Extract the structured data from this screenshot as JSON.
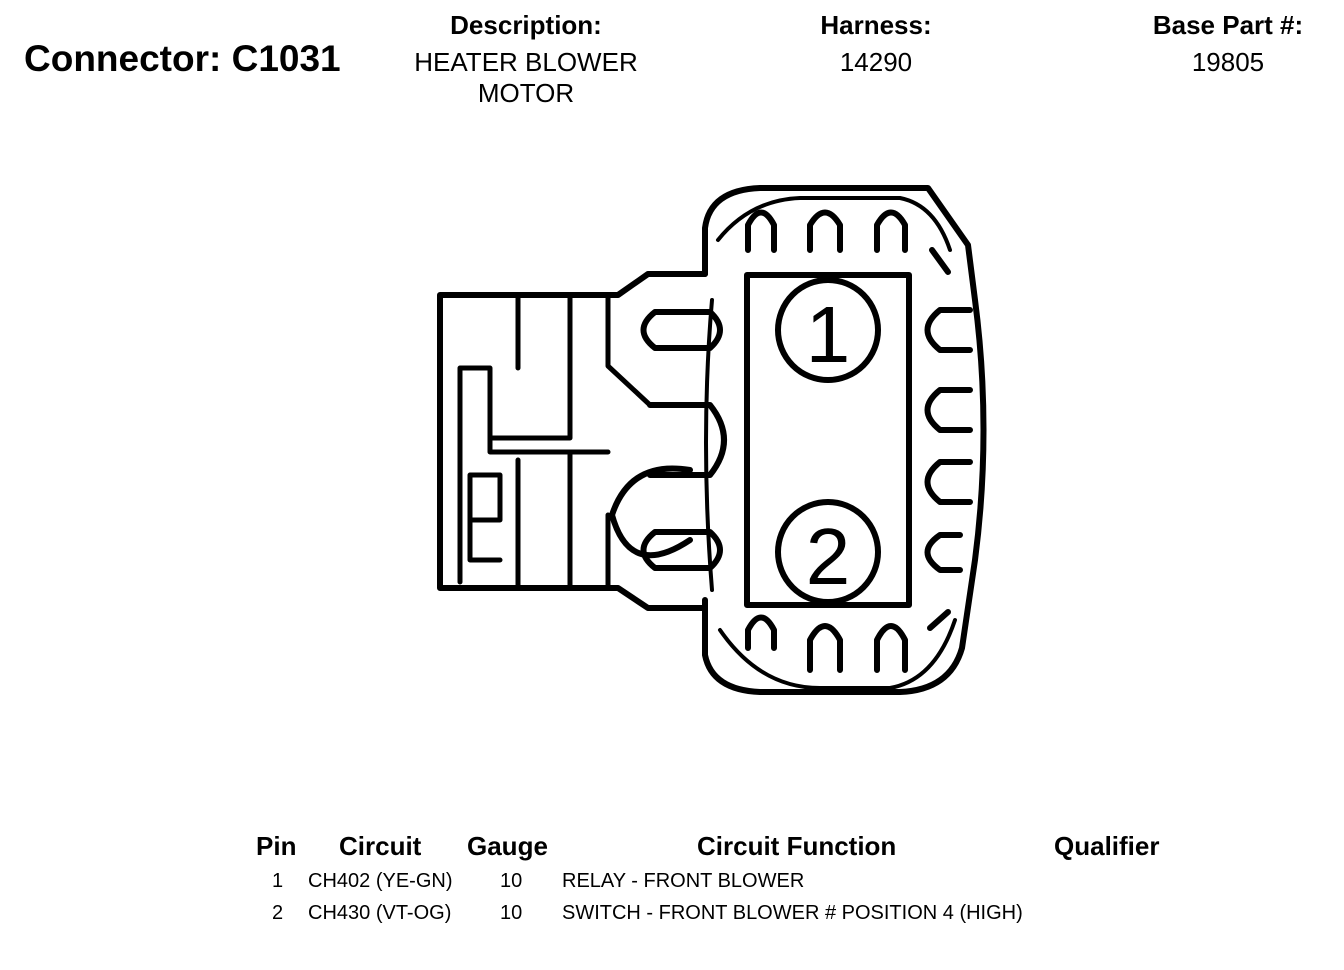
{
  "header": {
    "connector_title": "Connector: C1031",
    "description_label": "Description:",
    "description_line1": "HEATER BLOWER",
    "description_line2": "MOTOR",
    "harness_label": "Harness:",
    "harness_value": "14290",
    "base_part_label": "Base Part #:",
    "base_part_value": "19805"
  },
  "diagram": {
    "pin_labels": [
      "1",
      "2"
    ]
  },
  "table": {
    "headers": {
      "pin": "Pin",
      "circuit": "Circuit",
      "gauge": "Gauge",
      "circuit_function": "Circuit Function",
      "qualifier": "Qualifier"
    },
    "rows": [
      {
        "pin": "1",
        "circuit": "CH402 (YE-GN)",
        "gauge": "10",
        "function": "RELAY - FRONT BLOWER",
        "qualifier": ""
      },
      {
        "pin": "2",
        "circuit": "CH430 (VT-OG)",
        "gauge": "10",
        "function": "SWITCH - FRONT BLOWER # POSITION 4 (HIGH)",
        "qualifier": ""
      }
    ]
  }
}
